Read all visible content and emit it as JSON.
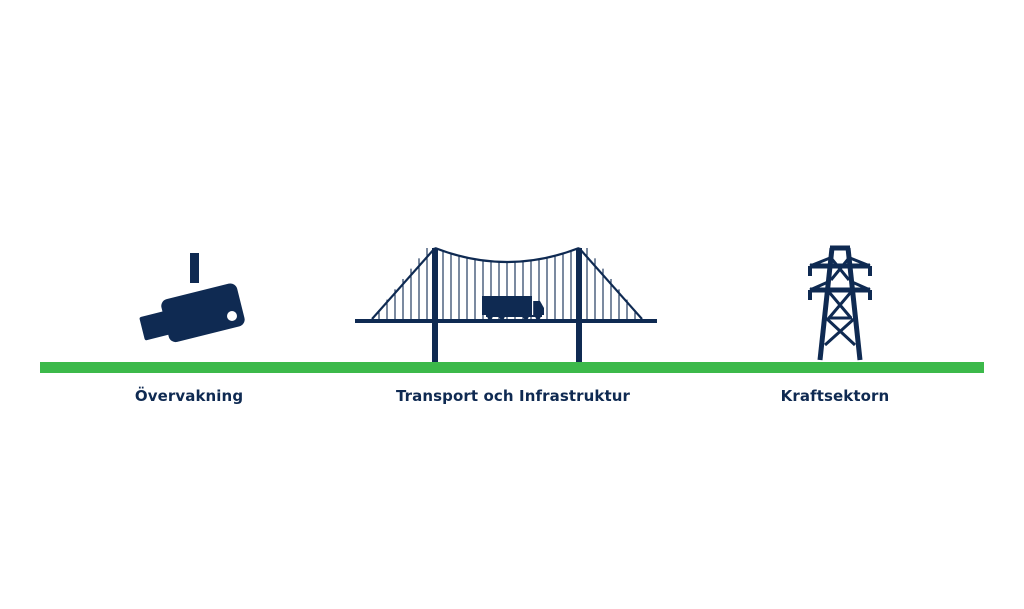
{
  "colors": {
    "icon": "#0f2a52",
    "ground": "#3cb94a",
    "background": "#ffffff"
  },
  "sectors": [
    {
      "label": "Övervakning",
      "icon": "security-camera-icon"
    },
    {
      "label": "Transport och Infrastruktur",
      "icon": "suspension-bridge-truck-icon"
    },
    {
      "label": "Kraftsektorn",
      "icon": "power-pylon-icon"
    }
  ]
}
